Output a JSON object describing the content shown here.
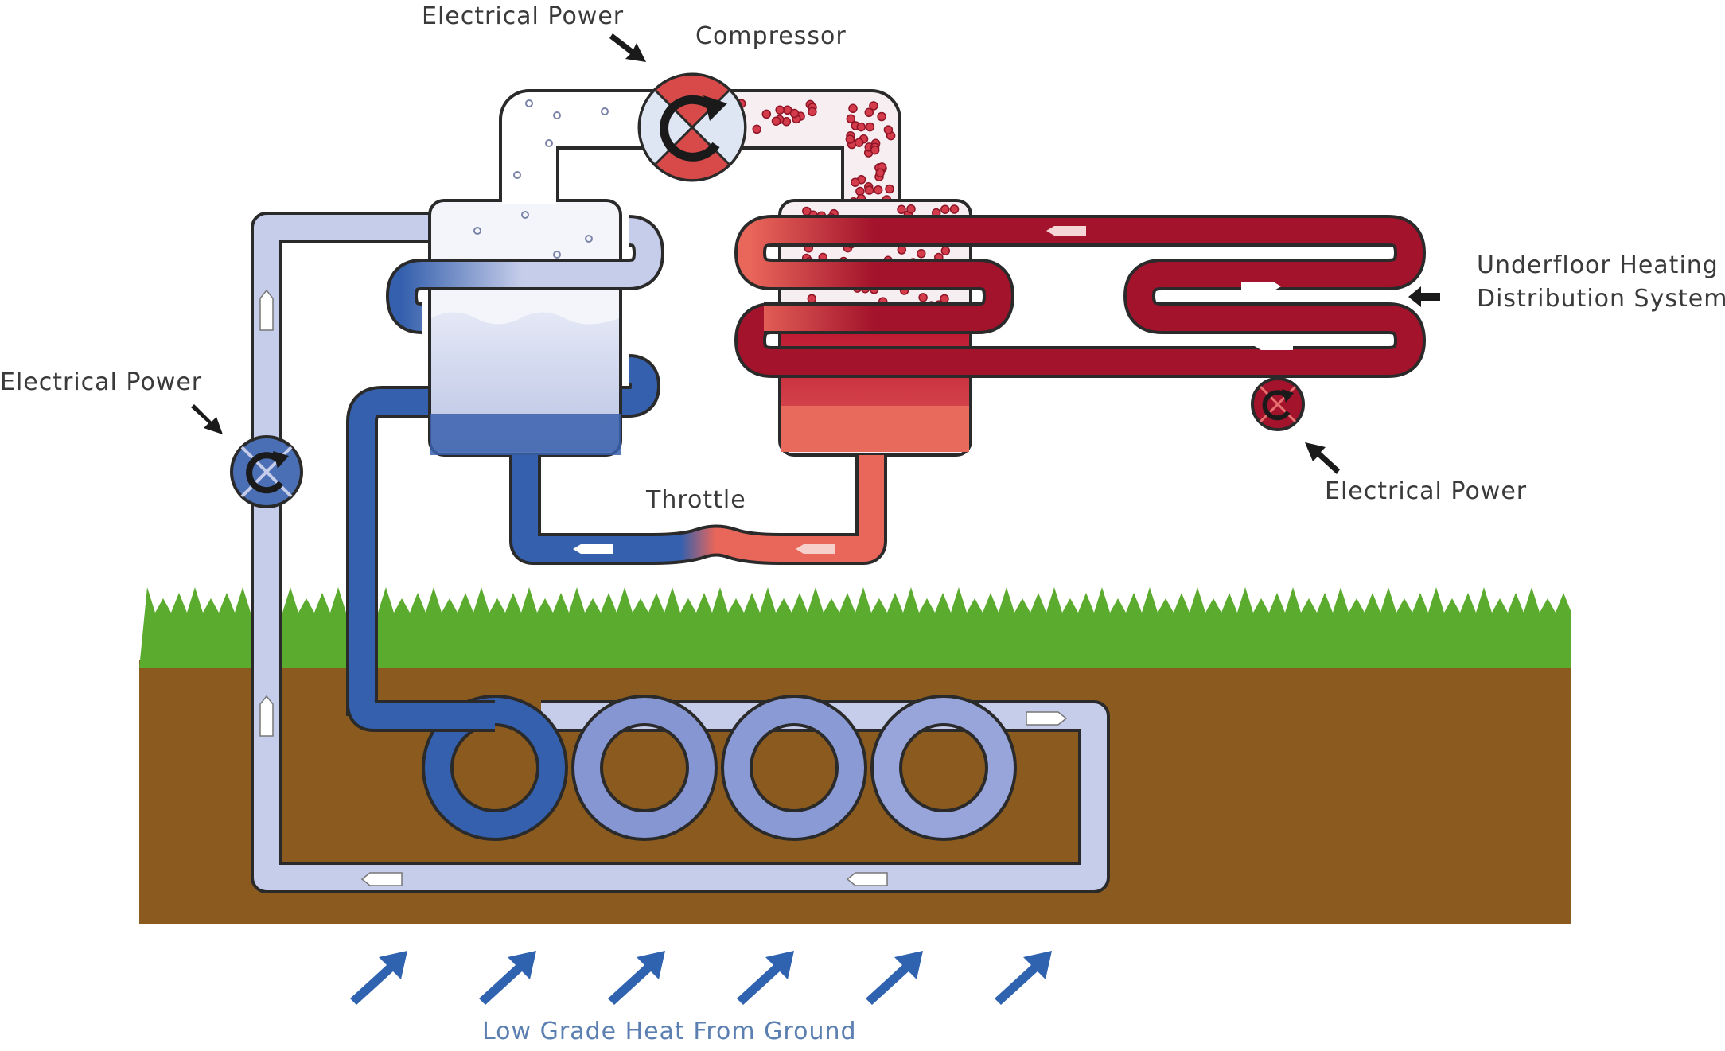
{
  "labels": {
    "compressor": "Compressor",
    "power_compressor": "Electrical Power",
    "power_ground_pump": "Electrical Power",
    "power_floor_pump": "Electrical Power",
    "throttle": "Throttle",
    "underfloor_line1": "Underfloor Heating",
    "underfloor_line2": "Distribution System",
    "ground_heat": "Low Grade Heat From Ground"
  },
  "colors": {
    "grass": "#5aab2e",
    "soil": "#8a5a1e",
    "cold_pipe": "#3560ad",
    "cold_pipe_light": "#c6cdea",
    "hot_pipe": "#a3132c",
    "hot_pipe_light": "#e9665a",
    "heat_arrow": "#2f63b0",
    "outline": "#2a2a2a"
  },
  "icons": {
    "compressor": "compressor-icon",
    "ground_pump": "pump-icon",
    "floor_pump": "pump-icon",
    "heat_arrows": "up-right-arrow-icon"
  }
}
